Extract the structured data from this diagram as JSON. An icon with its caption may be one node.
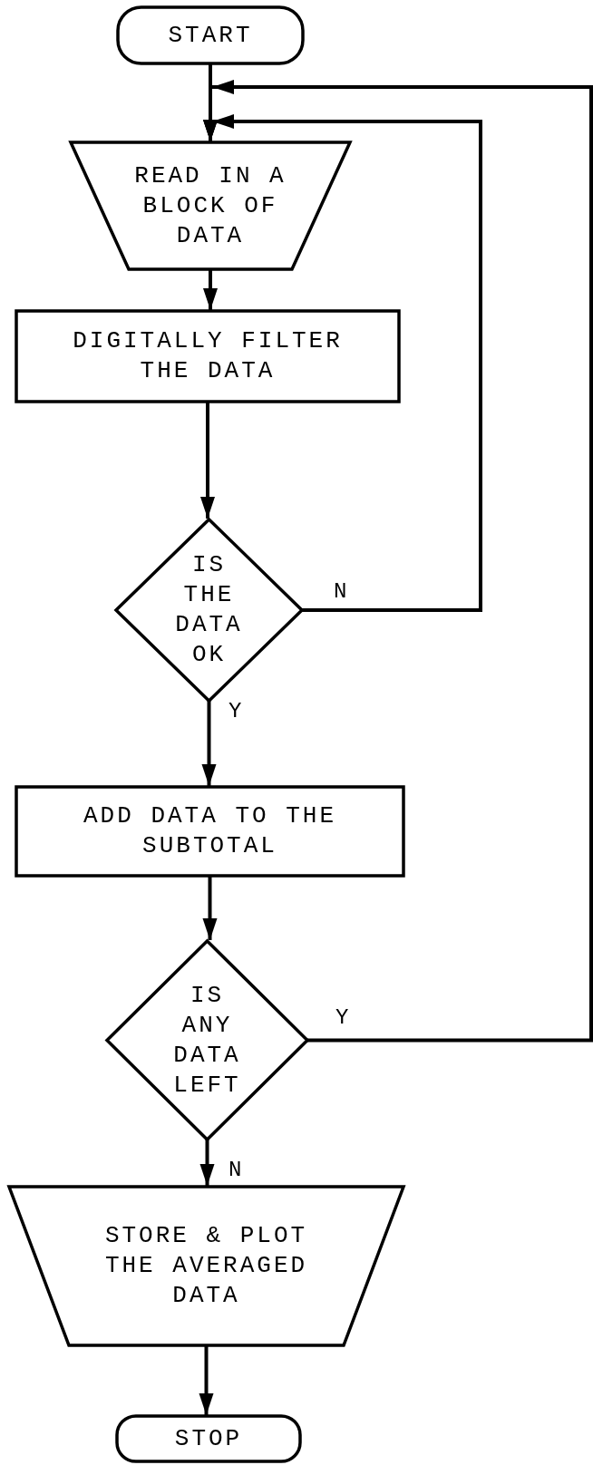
{
  "diagram": {
    "nodes": [
      {
        "text": [
          "START"
        ]
      },
      {
        "text": [
          "READ IN A BLOCK OF DATA"
        ]
      },
      {
        "text": [
          "DIGITALLY FILTER THE DATA"
        ]
      },
      {
        "text": [
          "IS THE DATA OK"
        ]
      },
      {
        "text": [
          "ADD DATA TO THE SUBTOTAL"
        ]
      },
      {
        "text": [
          "IS ANY DATA LEFT"
        ]
      },
      {
        "text": [
          "STORE & PLOT THE AVERAGED DATA"
        ]
      },
      {
        "text": [
          "STOP"
        ]
      }
    ],
    "edges": [
      {
        "from": 0,
        "to": 1,
        "arrow": "to"
      },
      {
        "from": 1,
        "to": 2,
        "arrow": "to"
      },
      {
        "from": 2,
        "to": 3,
        "arrow": "to"
      },
      {
        "from": 3,
        "to": 1,
        "arrow": "to",
        "label": "N"
      },
      {
        "from": 3,
        "to": 4,
        "arrow": "to",
        "label": "Y"
      },
      {
        "from": 4,
        "to": 5,
        "arrow": "to"
      },
      {
        "from": 5,
        "to": 1,
        "arrow": "to",
        "label": "Y"
      },
      {
        "from": 5,
        "to": 6,
        "arrow": "to",
        "label": "N"
      },
      {
        "from": 6,
        "to": 7,
        "arrow": "to"
      }
    ]
  }
}
